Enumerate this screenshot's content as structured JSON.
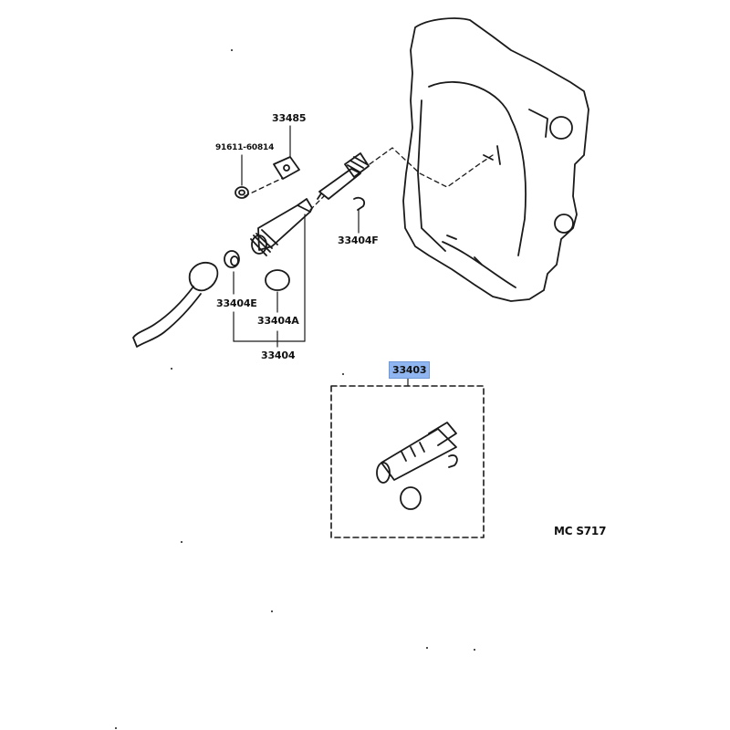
{
  "diagram_code": "MC S717",
  "callouts": {
    "p33485": "33485",
    "p91611": "91611-60814",
    "p33404F": "33404F",
    "p33404E": "33404E",
    "p33404A": "33404A",
    "p33404": "33404",
    "p33403": "33403"
  },
  "colors": {
    "line": "#1a1a1a",
    "highlight": "#8fb6f0"
  }
}
